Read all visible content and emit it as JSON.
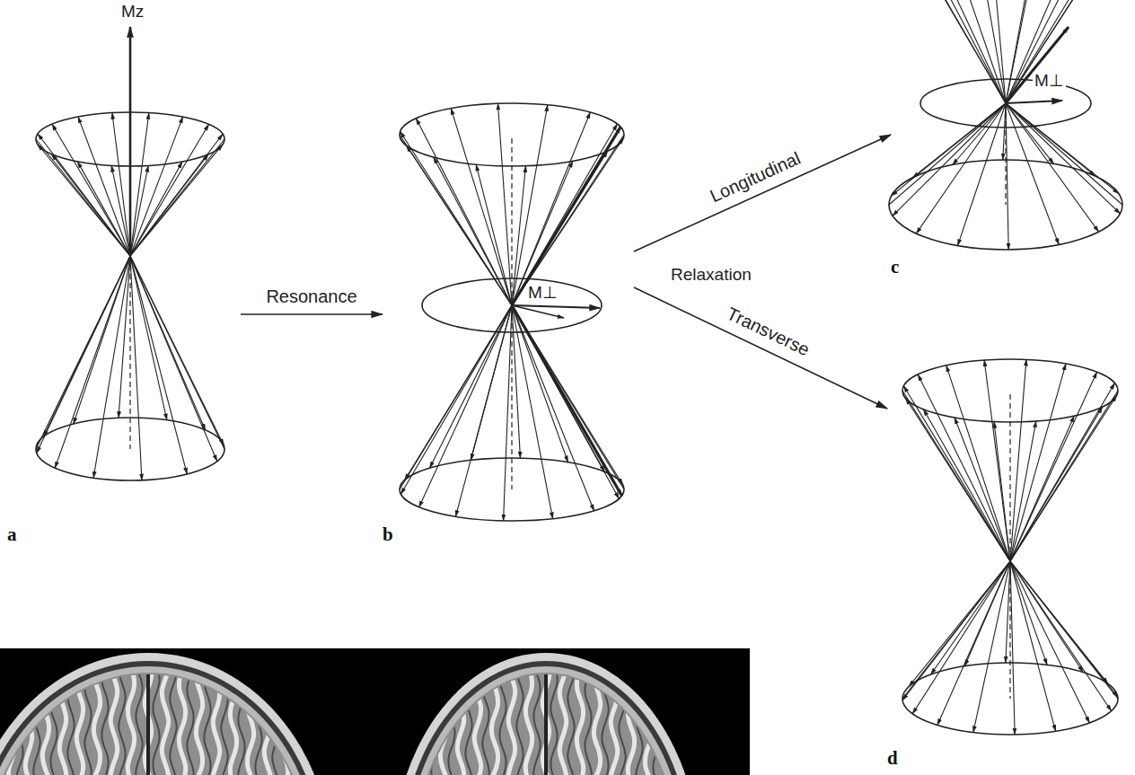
{
  "diagram": {
    "nodes": [
      {
        "text": [
          "a"
        ]
      },
      {
        "text": [
          "b"
        ]
      },
      {
        "text": [
          "c"
        ]
      },
      {
        "text": [
          "d"
        ]
      }
    ],
    "edges": [
      {
        "from": 0,
        "to": 1,
        "arrow": "to",
        "label": "Resonance"
      },
      {
        "from": 1,
        "to": 2,
        "arrow": "to",
        "label": "Longitudinal"
      },
      {
        "from": 1,
        "to": 3,
        "arrow": "to",
        "label": "Transverse"
      }
    ],
    "labels": [
      "Mz",
      "M⊥",
      "M⊥",
      "Relaxation"
    ]
  }
}
